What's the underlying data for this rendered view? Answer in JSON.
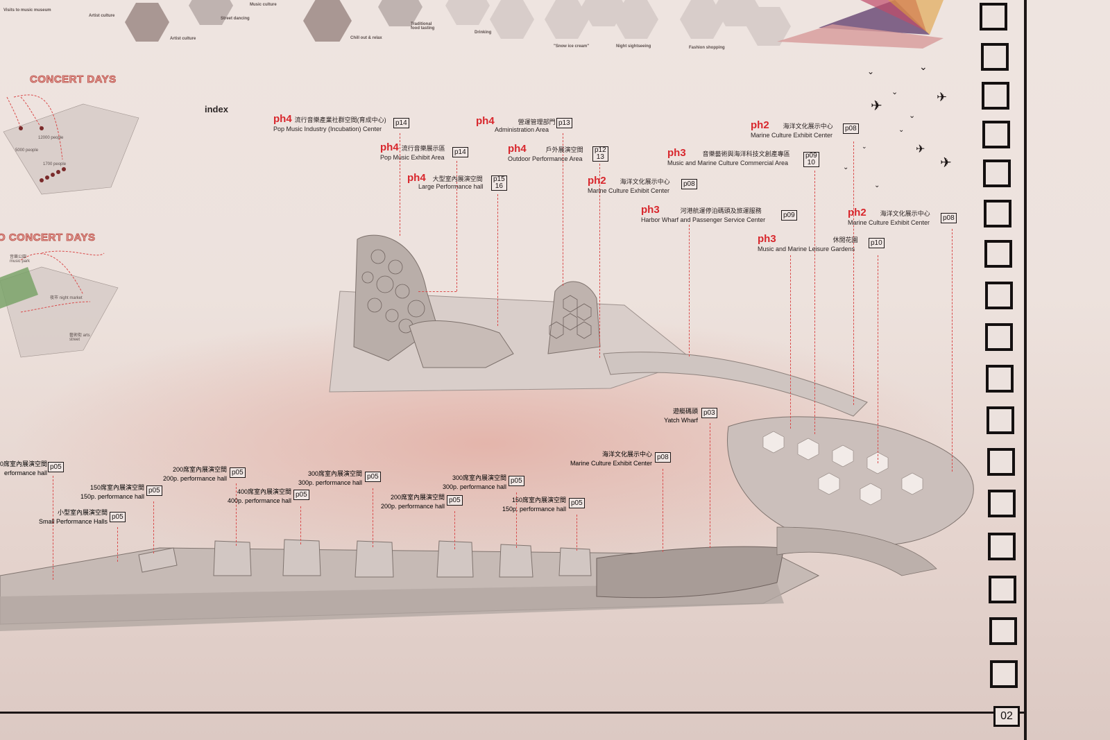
{
  "top_strip": {
    "captions": [
      "Visits to music museum",
      "Artist culture",
      "Artist culture",
      "Street dancing",
      "Music culture",
      "Chill out & relax",
      "Traditional food tasting",
      "Drinking",
      "\"Snow ice cream\"",
      "Night sightseeing",
      "Fashion shopping"
    ]
  },
  "left_panels": {
    "concert_days_title": "CONCERT DAYS",
    "concert_days_2_title": "O CONCERT DAYS",
    "concert_notes": [
      "12000 people",
      "5000 people",
      "1700 people"
    ],
    "non_concert_notes": [
      "音樂公園 music park",
      "夜市 night market",
      "藝術街 arts street"
    ]
  },
  "index_label": "index",
  "labels": [
    {
      "id": "pop-music-incubation",
      "phase": "ph4",
      "cn": "流行音樂產業社群空間(育成中心)",
      "en": "Pop Music Industry (Incubation) Center",
      "page": "p14"
    },
    {
      "id": "administration",
      "phase": "ph4",
      "cn": "營運管理部門",
      "en": "Administration Area",
      "page": "p13"
    },
    {
      "id": "marine-culture-1",
      "phase": "ph2",
      "cn": "海洋文化展示中心",
      "en": "Marine Culture Exhibit Center",
      "page": "p08"
    },
    {
      "id": "pop-music-exhibit",
      "phase": "ph4",
      "cn": "流行音樂展示區",
      "en": "Pop Music Exhibit Area",
      "page": "p14"
    },
    {
      "id": "outdoor-performance",
      "phase": "ph4",
      "cn": "戶外展演空間",
      "en": "Outdoor Performance Area",
      "page": "p12",
      "page2": "13"
    },
    {
      "id": "music-marine-commercial",
      "phase": "ph3",
      "cn": "音樂藝術與海洋科技文創產專區",
      "en": "Music and Marine Culture Commercial Area",
      "page": "p09",
      "page2": "10"
    },
    {
      "id": "large-performance",
      "phase": "ph4",
      "cn": "大型室內展演空間",
      "en": "Large Performance hall",
      "page": "p15",
      "page2": "16"
    },
    {
      "id": "marine-culture-2",
      "phase": "ph2",
      "cn": "海洋文化展示中心",
      "en": "Marine Culture Exhibit Center",
      "page": "p08"
    },
    {
      "id": "harbor-wharf",
      "phase": "ph3",
      "cn": "河港航運停泊碼頭及旅運服務",
      "en": "Harbor Wharf and Passenger Service Center",
      "page": "p09"
    },
    {
      "id": "marine-culture-3",
      "phase": "ph2",
      "cn": "海洋文化展示中心",
      "en": "Marine Culture Exhibit Center",
      "page": "p08"
    },
    {
      "id": "leisure-gardens",
      "phase": "ph3",
      "cn": "休閒花園",
      "en": "Music and Marine Leisure Gardens",
      "page": "p10"
    }
  ],
  "lower_labels": [
    {
      "id": "yacht-wharf",
      "cn": "遊艇碼頭",
      "en": "Yatch Wharf",
      "page": "p03"
    },
    {
      "id": "marine-culture-4",
      "cn": "海洋文化展示中心",
      "en": "Marine Culture Exhibit Center",
      "page": "p08"
    },
    {
      "id": "perf-left",
      "cn": "0席室內展演空間",
      "en": "erformance hall",
      "page": "p05"
    },
    {
      "id": "perf-200a",
      "cn": "200席室內展演空間",
      "en": "200p. performance hall",
      "page": "p05"
    },
    {
      "id": "perf-150a",
      "cn": "150席室內展演空間",
      "en": "150p. performance hall",
      "page": "p05"
    },
    {
      "id": "perf-small",
      "cn": "小型室內展演空間",
      "en": "Small Performance Halls",
      "page": "p05"
    },
    {
      "id": "perf-300a",
      "cn": "300席室內展演空間",
      "en": "300p. performance hall",
      "page": "p05"
    },
    {
      "id": "perf-400",
      "cn": "400席室內展演空間",
      "en": "400p. performance hall",
      "page": "p05"
    },
    {
      "id": "perf-300b",
      "cn": "300席室內展演空間",
      "en": "300p. performance hall",
      "page": "p05"
    },
    {
      "id": "perf-200b",
      "cn": "200席室內展演空間",
      "en": "200p. performance hall",
      "page": "p05"
    },
    {
      "id": "perf-150b",
      "cn": "150席室內展演空間",
      "en": "150p. performance hall",
      "page": "p05"
    }
  ],
  "page_number": "02",
  "colors": {
    "phase_red": "#d8262c",
    "leader_red": "#d94a4a",
    "ink": "#1a1414"
  }
}
